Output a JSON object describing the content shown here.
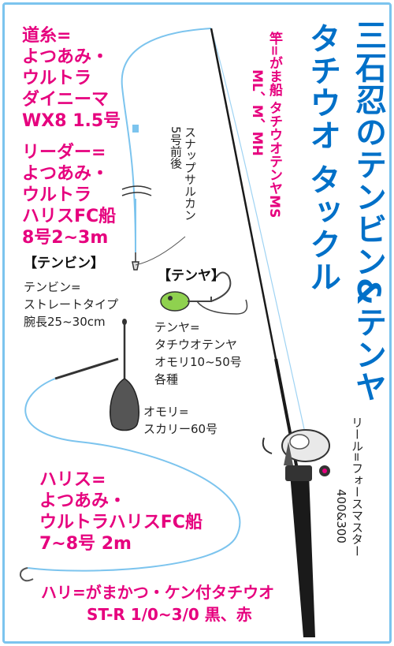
{
  "title": {
    "line1": "三石忍のテンビン&テンヤ",
    "line2": "タチウオ タックル"
  },
  "rod": {
    "line1": "竿=がま船 タチウオテンヤMS",
    "line2": "ML、M、MH"
  },
  "reel": {
    "line1": "リール=フォースマスター",
    "line2": "400&300"
  },
  "main_line": {
    "lines": [
      "道糸=",
      "よつあみ・",
      "ウルトラ",
      "ダイニーマ",
      "WX8 1.5号"
    ]
  },
  "leader": {
    "lines": [
      "リーダー=",
      "よつあみ・",
      "ウルトラ",
      "ハリスFC船",
      "8号2~3m"
    ]
  },
  "snap": {
    "line1": "スナップサルカン",
    "line2": "5号前後"
  },
  "tenbin": {
    "header": "【テンビン】",
    "lines": [
      "テンビン=",
      "ストレートタイプ",
      "腕長25~30cm"
    ]
  },
  "tenya": {
    "header": "【テンヤ】",
    "lines": [
      "テンヤ=",
      "タチウオテンヤ",
      "オモリ10~50号",
      "各種"
    ]
  },
  "sinker": {
    "lines": [
      "オモリ=",
      "スカリー60号"
    ]
  },
  "harris": {
    "lines": [
      "ハリス=",
      "よつあみ・",
      "ウルトラハリスFC船",
      "7~8号 2m"
    ]
  },
  "hook": {
    "line1": "ハリ=がまかつ・ケン付タチウオ",
    "line2": "ST-R 1/0~3/0 黒、赤"
  },
  "colors": {
    "pink": "#e6007e",
    "blue": "#0070c8",
    "line_blue": "#7cc4ee",
    "rod": "#1a1a1a"
  }
}
